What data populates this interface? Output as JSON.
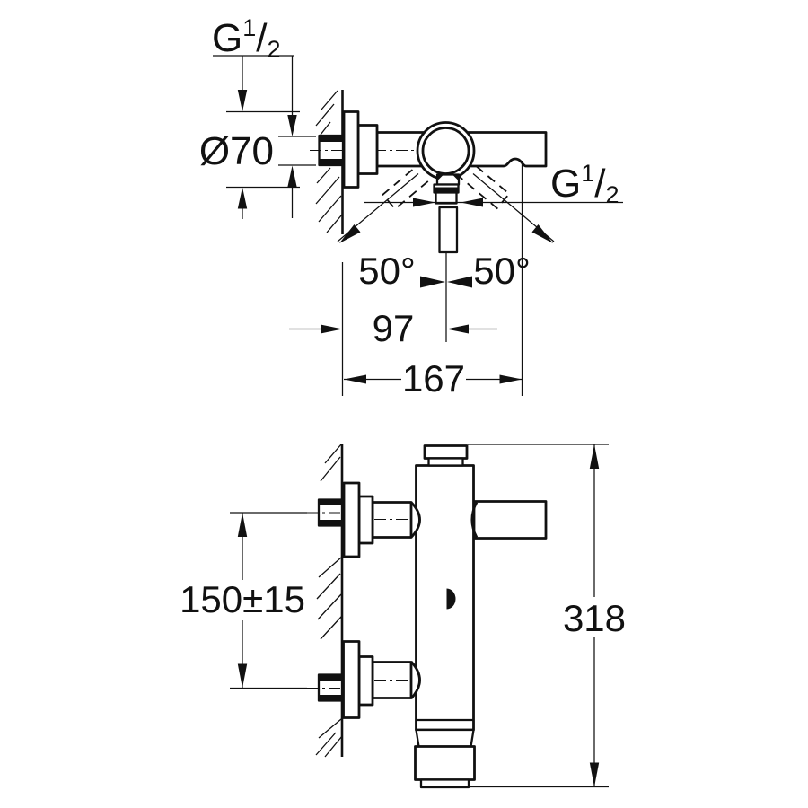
{
  "labels": {
    "thread_top": {
      "main": "G",
      "sup": "1",
      "slash": "/",
      "sub": "2"
    },
    "thread_right": {
      "main": "G",
      "sup": "1",
      "slash": "/",
      "sub": "2"
    },
    "diameter": "Ø70",
    "angle_left": "50°",
    "angle_right": "50°",
    "dim_depth": "97",
    "dim_reach": "167",
    "dim_spacing": "150±15",
    "dim_height": "318"
  },
  "colors": {
    "ink": "#111111",
    "paper": "#ffffff"
  }
}
